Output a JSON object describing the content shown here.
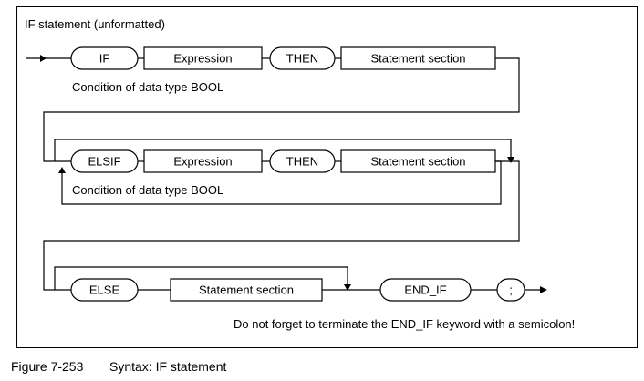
{
  "title": "IF statement (unformatted)",
  "row1": {
    "if_kw": "IF",
    "expression": "Expression",
    "then_kw": "THEN",
    "statement": "Statement section",
    "condition_note": "Condition of data type BOOL"
  },
  "row2": {
    "elsif_kw": "ELSIF",
    "expression": "Expression",
    "then_kw": "THEN",
    "statement": "Statement section",
    "condition_note": "Condition of data type BOOL"
  },
  "row3": {
    "else_kw": "ELSE",
    "statement": "Statement section",
    "end_if_kw": "END_IF",
    "semicolon": ";"
  },
  "note": "Do not forget to terminate the END_IF keyword with a semicolon!",
  "caption": {
    "number": "Figure 7-253",
    "text": "Syntax: IF statement"
  }
}
